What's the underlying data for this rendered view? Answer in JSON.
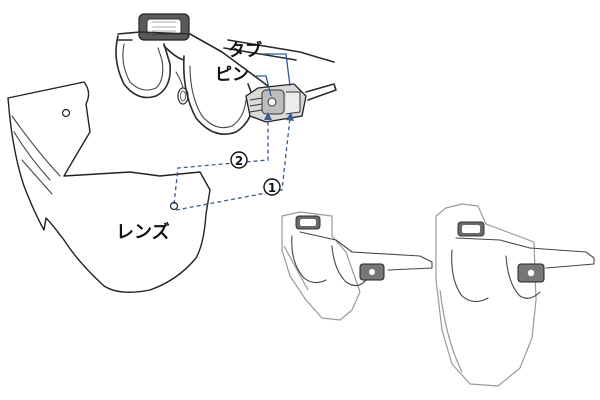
{
  "labels": {
    "tab": "タブ",
    "pin": "ピン",
    "lens": "レンズ",
    "step1": "1",
    "step2": "2"
  },
  "colors": {
    "line": "#2a2a2a",
    "guide": "#3b5b8c",
    "leader": "#2e5a9a",
    "clip": "#555555",
    "shield_outline": "#9a9a9a"
  }
}
